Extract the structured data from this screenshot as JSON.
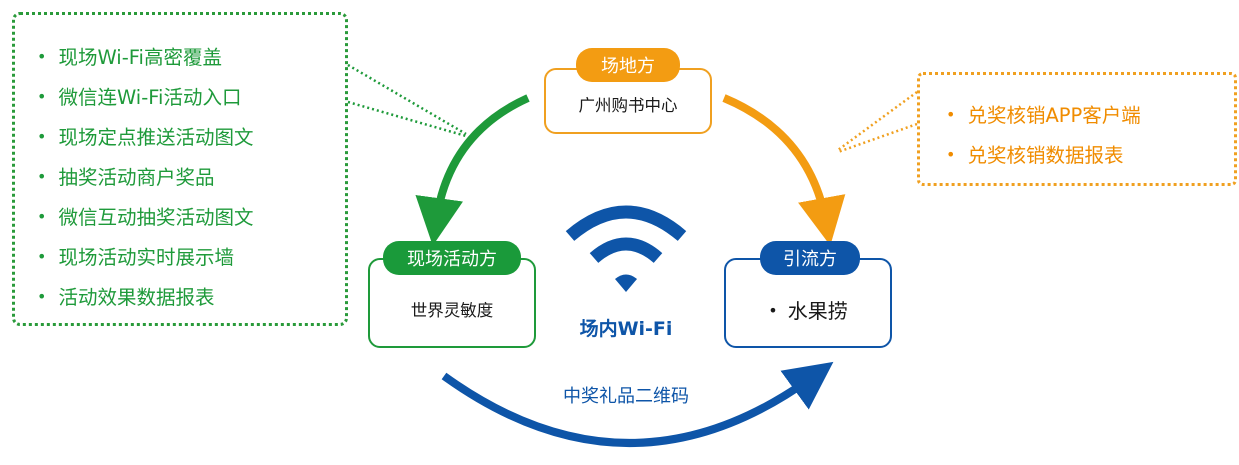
{
  "callout_left": {
    "items": [
      "现场Wi-Fi高密覆盖",
      "微信连Wi-Fi活动入口",
      "现场定点推送活动图文",
      "抽奖活动商户奖品",
      "微信互动抽奖活动图文",
      "现场活动实时展示墙",
      "活动效果数据报表"
    ],
    "color": "#1e9a3a"
  },
  "callout_right": {
    "items": [
      "兑奖核销APP客户端",
      "兑奖核销数据报表"
    ],
    "color": "#f08c00"
  },
  "nodes": {
    "venue": {
      "tag": "场地方",
      "name": "广州购书中心",
      "color": "#f39c12"
    },
    "activity": {
      "tag": "现场活动方",
      "name": "世界灵敏度",
      "color": "#1a9a3a"
    },
    "traffic": {
      "tag": "引流方",
      "item": "水果捞",
      "color": "#0e55a8"
    }
  },
  "center": {
    "label": "场内Wi-Fi",
    "icon": "wifi-icon",
    "color": "#0e55a8"
  },
  "bottom_link": {
    "label": "中奖礼品二维码"
  }
}
